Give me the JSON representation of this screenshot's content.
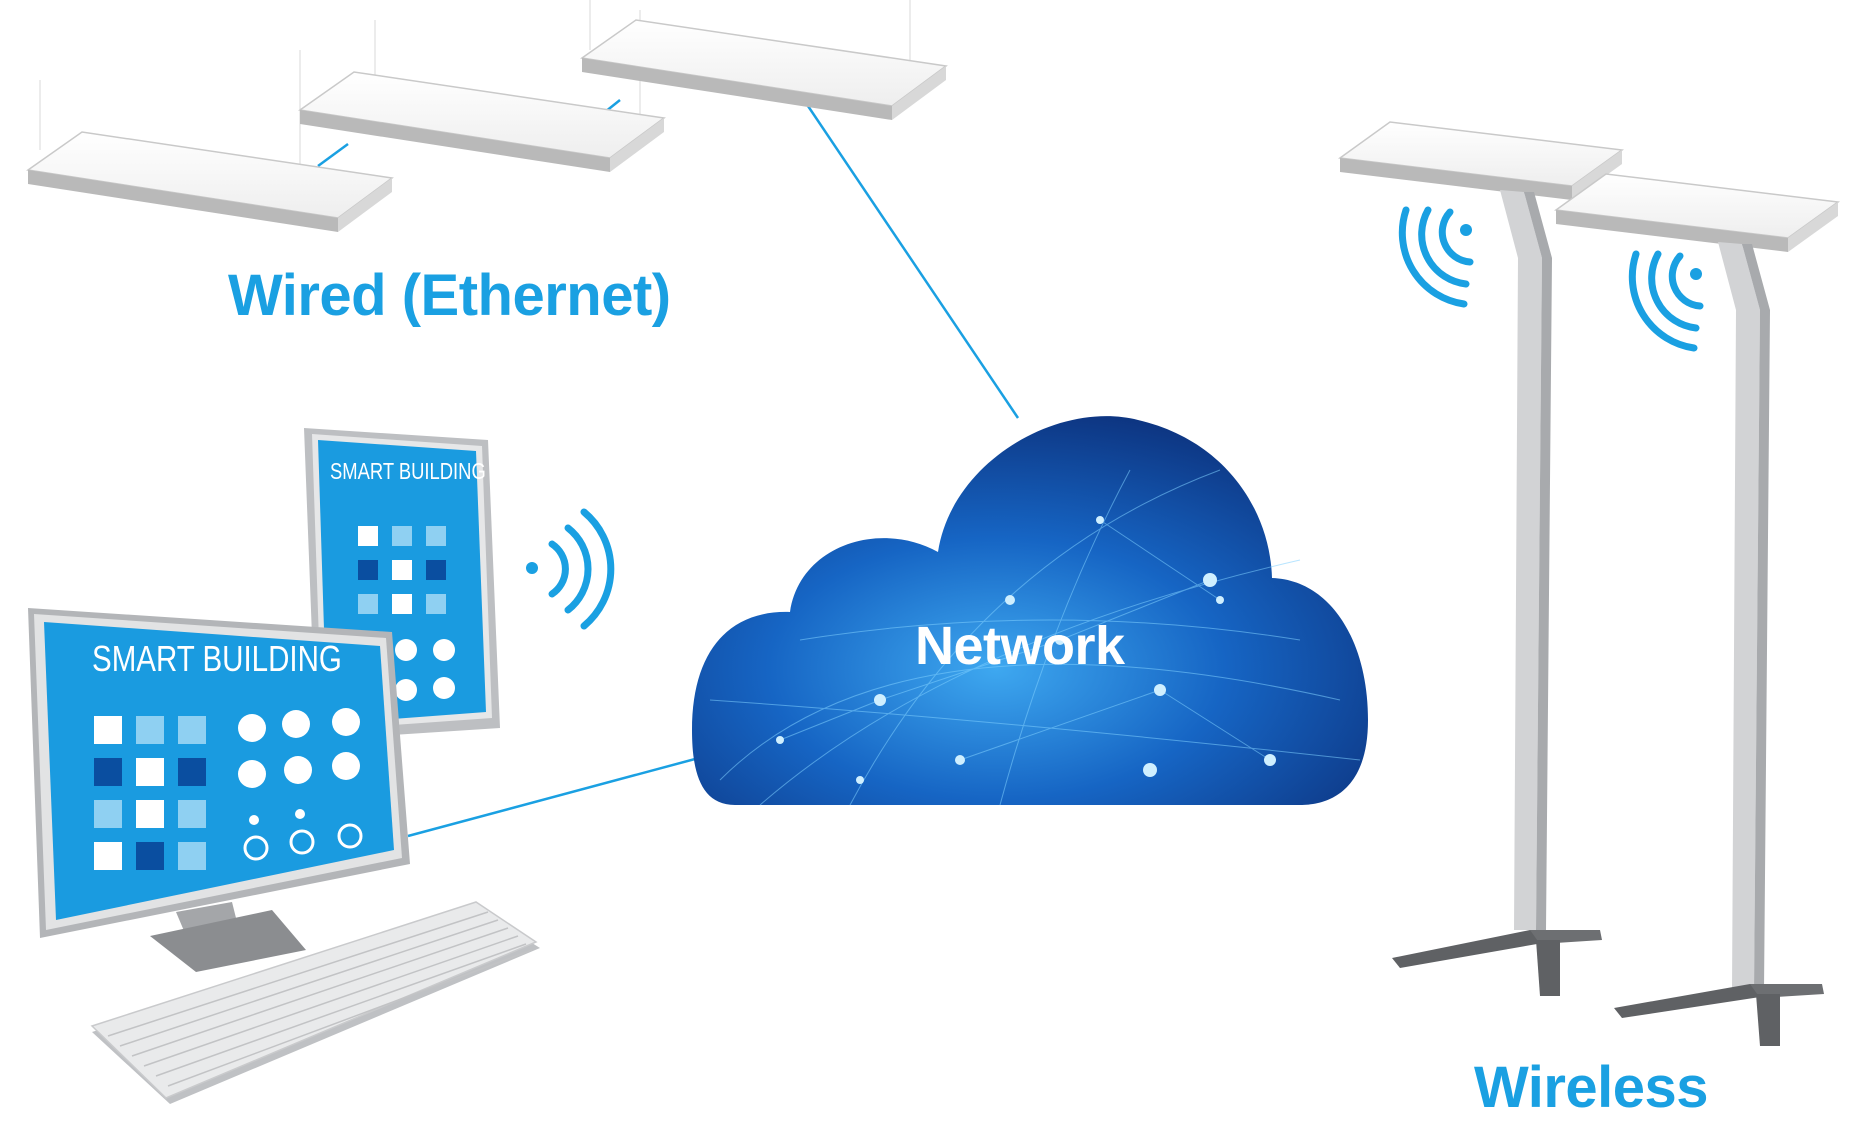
{
  "labels": {
    "wired": "Wired (Ethernet)",
    "wireless": "Wireless",
    "network": "Network"
  },
  "screens": {
    "monitor_title": "SMART BUILDING",
    "tablet_title": "SMART BUILDING"
  },
  "colors": {
    "accent": "#1aa0e2",
    "cloud_dark": "#0a2f7a",
    "cloud_light": "#1e88d8",
    "screen_bg": "#1a9be0",
    "frame_gray": "#c9cacc"
  },
  "icons": [
    "wifi-icon",
    "cloud-icon",
    "ceiling-light-icon",
    "floor-lamp-icon",
    "monitor-icon",
    "tablet-icon",
    "keyboard-icon"
  ]
}
